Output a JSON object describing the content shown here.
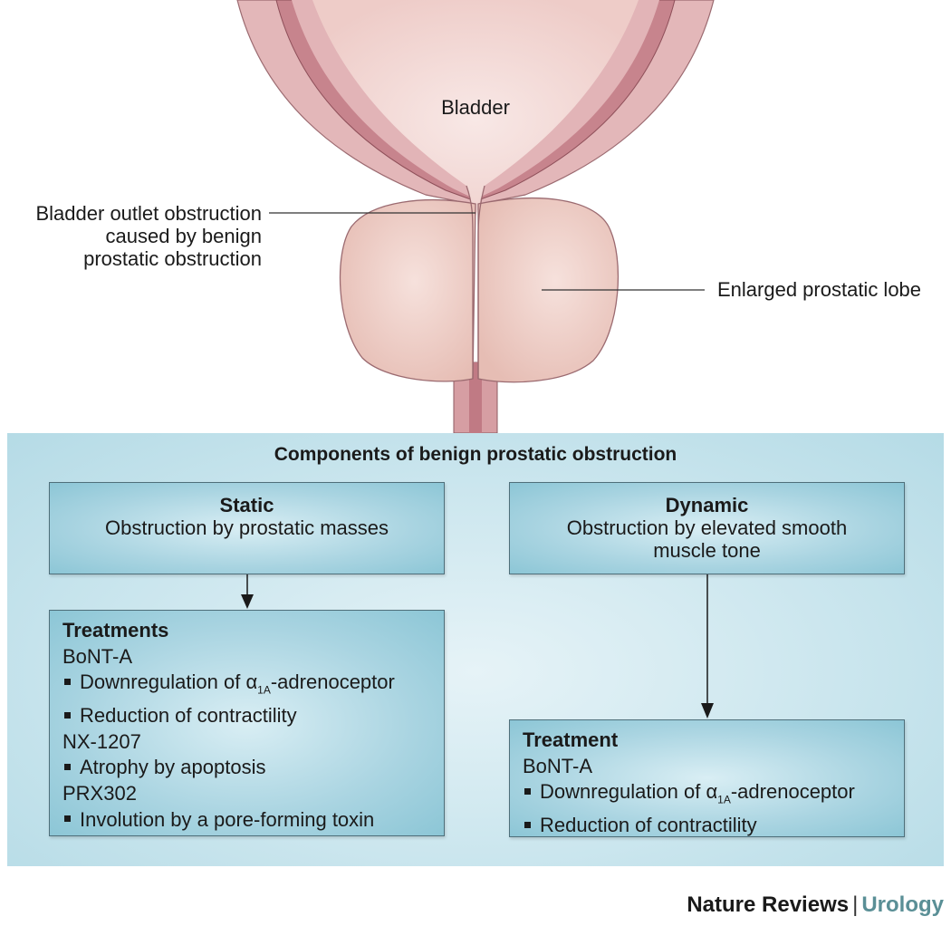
{
  "anatomy": {
    "bladder_label": "Bladder",
    "outlet_label_lines": [
      "Bladder outlet obstruction",
      "caused by benign",
      "prostatic obstruction"
    ],
    "lobe_label": "Enlarged prostatic lobe",
    "colors": {
      "bladder_fill": "#f3d9d6",
      "bladder_wall": "#d9a5a9",
      "bladder_wall_dark": "#b8606d",
      "prostate_fill": "#efcfc7"
    }
  },
  "panel": {
    "title": "Components of benign prostatic obstruction",
    "static": {
      "heading": "Static",
      "description": "Obstruction by prostatic masses"
    },
    "dynamic": {
      "heading": "Dynamic",
      "description": "Obstruction by elevated smooth muscle tone"
    },
    "static_treatments": {
      "heading": "Treatments",
      "drug1": "BoNT-A",
      "drug1_point1_pre": "Downregulation of α",
      "drug1_point1_sub": "1A",
      "drug1_point1_post": "-adrenoceptor",
      "drug1_point2": "Reduction of contractility",
      "drug2": "NX-1207",
      "drug2_point1": "Atrophy by apoptosis",
      "drug3": "PRX302",
      "drug3_point1": "Involution by a pore-forming toxin"
    },
    "dynamic_treatment": {
      "heading": "Treatment",
      "drug1": "BoNT-A",
      "point1_pre": "Downregulation of α",
      "point1_sub": "1A",
      "point1_post": "-adrenoceptor",
      "point2": "Reduction of contractility"
    },
    "colors": {
      "panel_bg": "#cbe6ee",
      "box_fill": "#a9d4e1",
      "box_border": "#4f6f7a"
    }
  },
  "footer": {
    "publisher": "Nature Reviews",
    "separator": "|",
    "journal": "Urology",
    "journal_color": "#5a8f96"
  }
}
